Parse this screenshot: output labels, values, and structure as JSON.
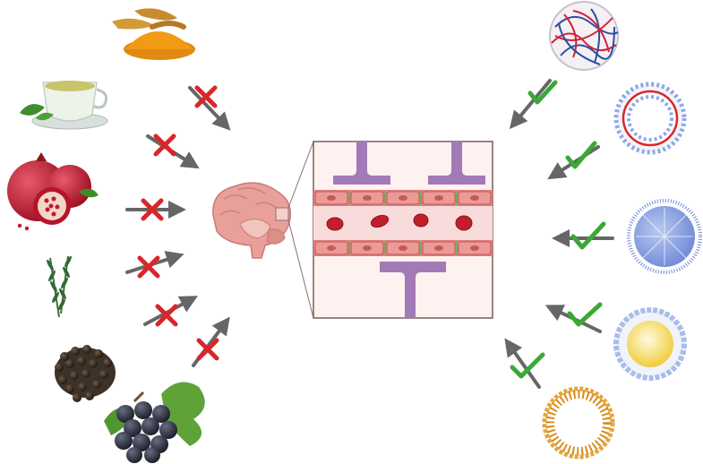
{
  "colors": {
    "background": "#ffffff",
    "arrow": "#666666",
    "cross": "#d8262b",
    "check": "#3aa935",
    "bbb_vessel": "#e27d7b",
    "bbb_lumen": "#f8dcdc",
    "bbb_panel": "#fdf2ef",
    "bbb_stroke": "#7a5f5a",
    "astrocyte_feet": "#a27ab7",
    "red_blood_cell": "#c21f2b",
    "tight_junction": "#6fae5d",
    "brain": "#e9a09a"
  },
  "compounds": [
    {
      "name": "turmeric",
      "icon": "turmeric-icon",
      "crosses_bbb": false
    },
    {
      "name": "green-tea",
      "icon": "green-tea-icon",
      "crosses_bbb": false
    },
    {
      "name": "pomegranate",
      "icon": "pomegranate-icon",
      "crosses_bbb": false
    },
    {
      "name": "rosemary",
      "icon": "rosemary-icon",
      "crosses_bbb": false
    },
    {
      "name": "black-pepper",
      "icon": "black-pepper-icon",
      "crosses_bbb": false
    },
    {
      "name": "grapes",
      "icon": "grapes-icon",
      "crosses_bbb": false
    }
  ],
  "nanocarriers": [
    {
      "name": "polymeric-nanoparticle",
      "icon": "polymeric-nanoparticle-icon",
      "crosses_bbb": true
    },
    {
      "name": "liposome",
      "icon": "liposome-icon",
      "crosses_bbb": true
    },
    {
      "name": "dendrimer",
      "icon": "dendrimer-icon",
      "crosses_bbb": true
    },
    {
      "name": "solid-lipid-nanoparticle",
      "icon": "solid-lipid-nanoparticle-icon",
      "crosses_bbb": true
    },
    {
      "name": "micelle",
      "icon": "micelle-icon",
      "crosses_bbb": true
    }
  ],
  "center": {
    "brain_icon": "brain-icon",
    "zoom_icon": "blood-brain-barrier-icon"
  }
}
